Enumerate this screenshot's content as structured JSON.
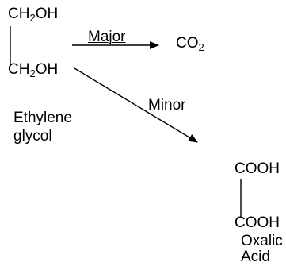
{
  "reactant": {
    "top_group": {
      "prefix": "CH",
      "sub": "2",
      "suffix": "OH"
    },
    "bottom_group": {
      "prefix": "CH",
      "sub": "2",
      "suffix": "OH"
    },
    "name_line1": "Ethylene",
    "name_line2": "glycol"
  },
  "major_path": {
    "label": "Major",
    "product": {
      "prefix": "CO",
      "sub": "2"
    }
  },
  "minor_path": {
    "label": "Minor",
    "product": {
      "top_group": "COOH",
      "bottom_group": "COOH",
      "name_line1": "Oxalic",
      "name_line2": "Acid"
    }
  }
}
